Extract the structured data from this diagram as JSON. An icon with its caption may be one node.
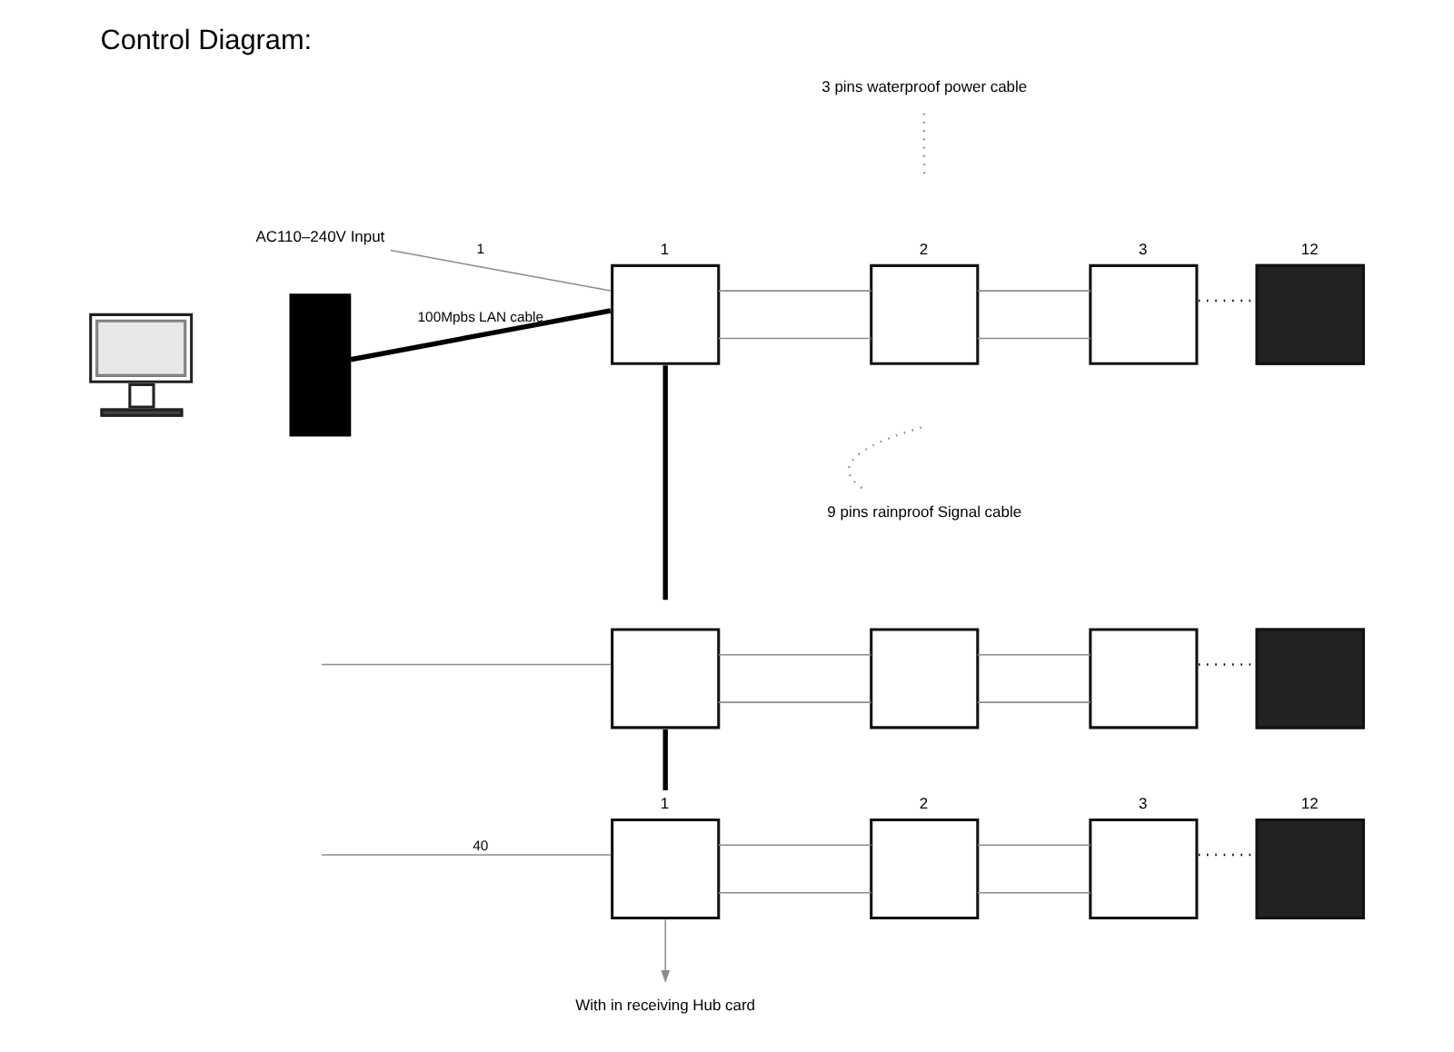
{
  "diagram": {
    "title": "Control Diagram:",
    "nodes": [
      {
        "text": [
          "AC110–240V Input"
        ]
      },
      {
        "text": [
          "3 pins waterproof power cable"
        ]
      },
      {
        "text": [
          "1"
        ]
      },
      {
        "text": [
          "2"
        ]
      },
      {
        "text": [
          "3"
        ]
      },
      {
        "text": [
          "12"
        ]
      },
      {
        "text": [],
        "shape": "picture"
      },
      {
        "text": [],
        "shape": "box"
      },
      {
        "text": [
          "9 pins rainproof Signal cable"
        ]
      },
      {
        "text": [],
        "shape": "box"
      },
      {
        "text": [],
        "shape": "box"
      },
      {
        "text": [],
        "shape": "box"
      },
      {
        "text": [],
        "shape": "box"
      },
      {
        "text": [
          "1"
        ]
      },
      {
        "text": [
          "2"
        ]
      },
      {
        "text": [
          "3"
        ]
      },
      {
        "text": [
          "12"
        ]
      },
      {
        "text": [
          "With in receiving Hub card"
        ]
      }
    ],
    "edges": [
      {
        "from": 7,
        "to": 2,
        "arrow": "none",
        "label": "100Mpbs LAN cable",
        "style": "thick",
        "color": "#000000"
      },
      {
        "from": 0,
        "to": 2,
        "arrow": "none",
        "label": "1"
      },
      {
        "from": 1,
        "to": null,
        "arrow": "none",
        "style": "dashed"
      },
      {
        "from": 8,
        "to": null,
        "arrow": "none",
        "style": "dashed"
      },
      {
        "from": 2,
        "to": 3,
        "arrow": "none"
      },
      {
        "from": 2,
        "to": 3,
        "arrow": "none"
      },
      {
        "from": 3,
        "to": 4,
        "arrow": "none"
      },
      {
        "from": 3,
        "to": 4,
        "arrow": "none"
      },
      {
        "from": 4,
        "to": 5,
        "arrow": "none",
        "style": "dashed",
        "color": "#000000"
      },
      {
        "from": 2,
        "to": 9,
        "arrow": "none",
        "style": "thick",
        "color": "#000000"
      },
      {
        "from": null,
        "to": 9,
        "arrow": "none"
      },
      {
        "from": 9,
        "to": 10,
        "arrow": "none"
      },
      {
        "from": 9,
        "to": 10,
        "arrow": "none"
      },
      {
        "from": 10,
        "to": 11,
        "arrow": "none"
      },
      {
        "from": 10,
        "to": 11,
        "arrow": "none"
      },
      {
        "from": 11,
        "to": 12,
        "arrow": "none",
        "style": "dashed",
        "color": "#000000"
      },
      {
        "from": 9,
        "to": 13,
        "arrow": "none",
        "style": "thick",
        "color": "#000000"
      },
      {
        "from": null,
        "to": 13,
        "arrow": "none",
        "label": "40"
      },
      {
        "from": 13,
        "to": 14,
        "arrow": "none"
      },
      {
        "from": 13,
        "to": 14,
        "arrow": "none"
      },
      {
        "from": 14,
        "to": 15,
        "arrow": "none"
      },
      {
        "from": 14,
        "to": 15,
        "arrow": "none"
      },
      {
        "from": 15,
        "to": 16,
        "arrow": "none",
        "style": "dashed",
        "color": "#000000"
      },
      {
        "from": 13,
        "to": 17,
        "arrow": "to"
      }
    ]
  }
}
